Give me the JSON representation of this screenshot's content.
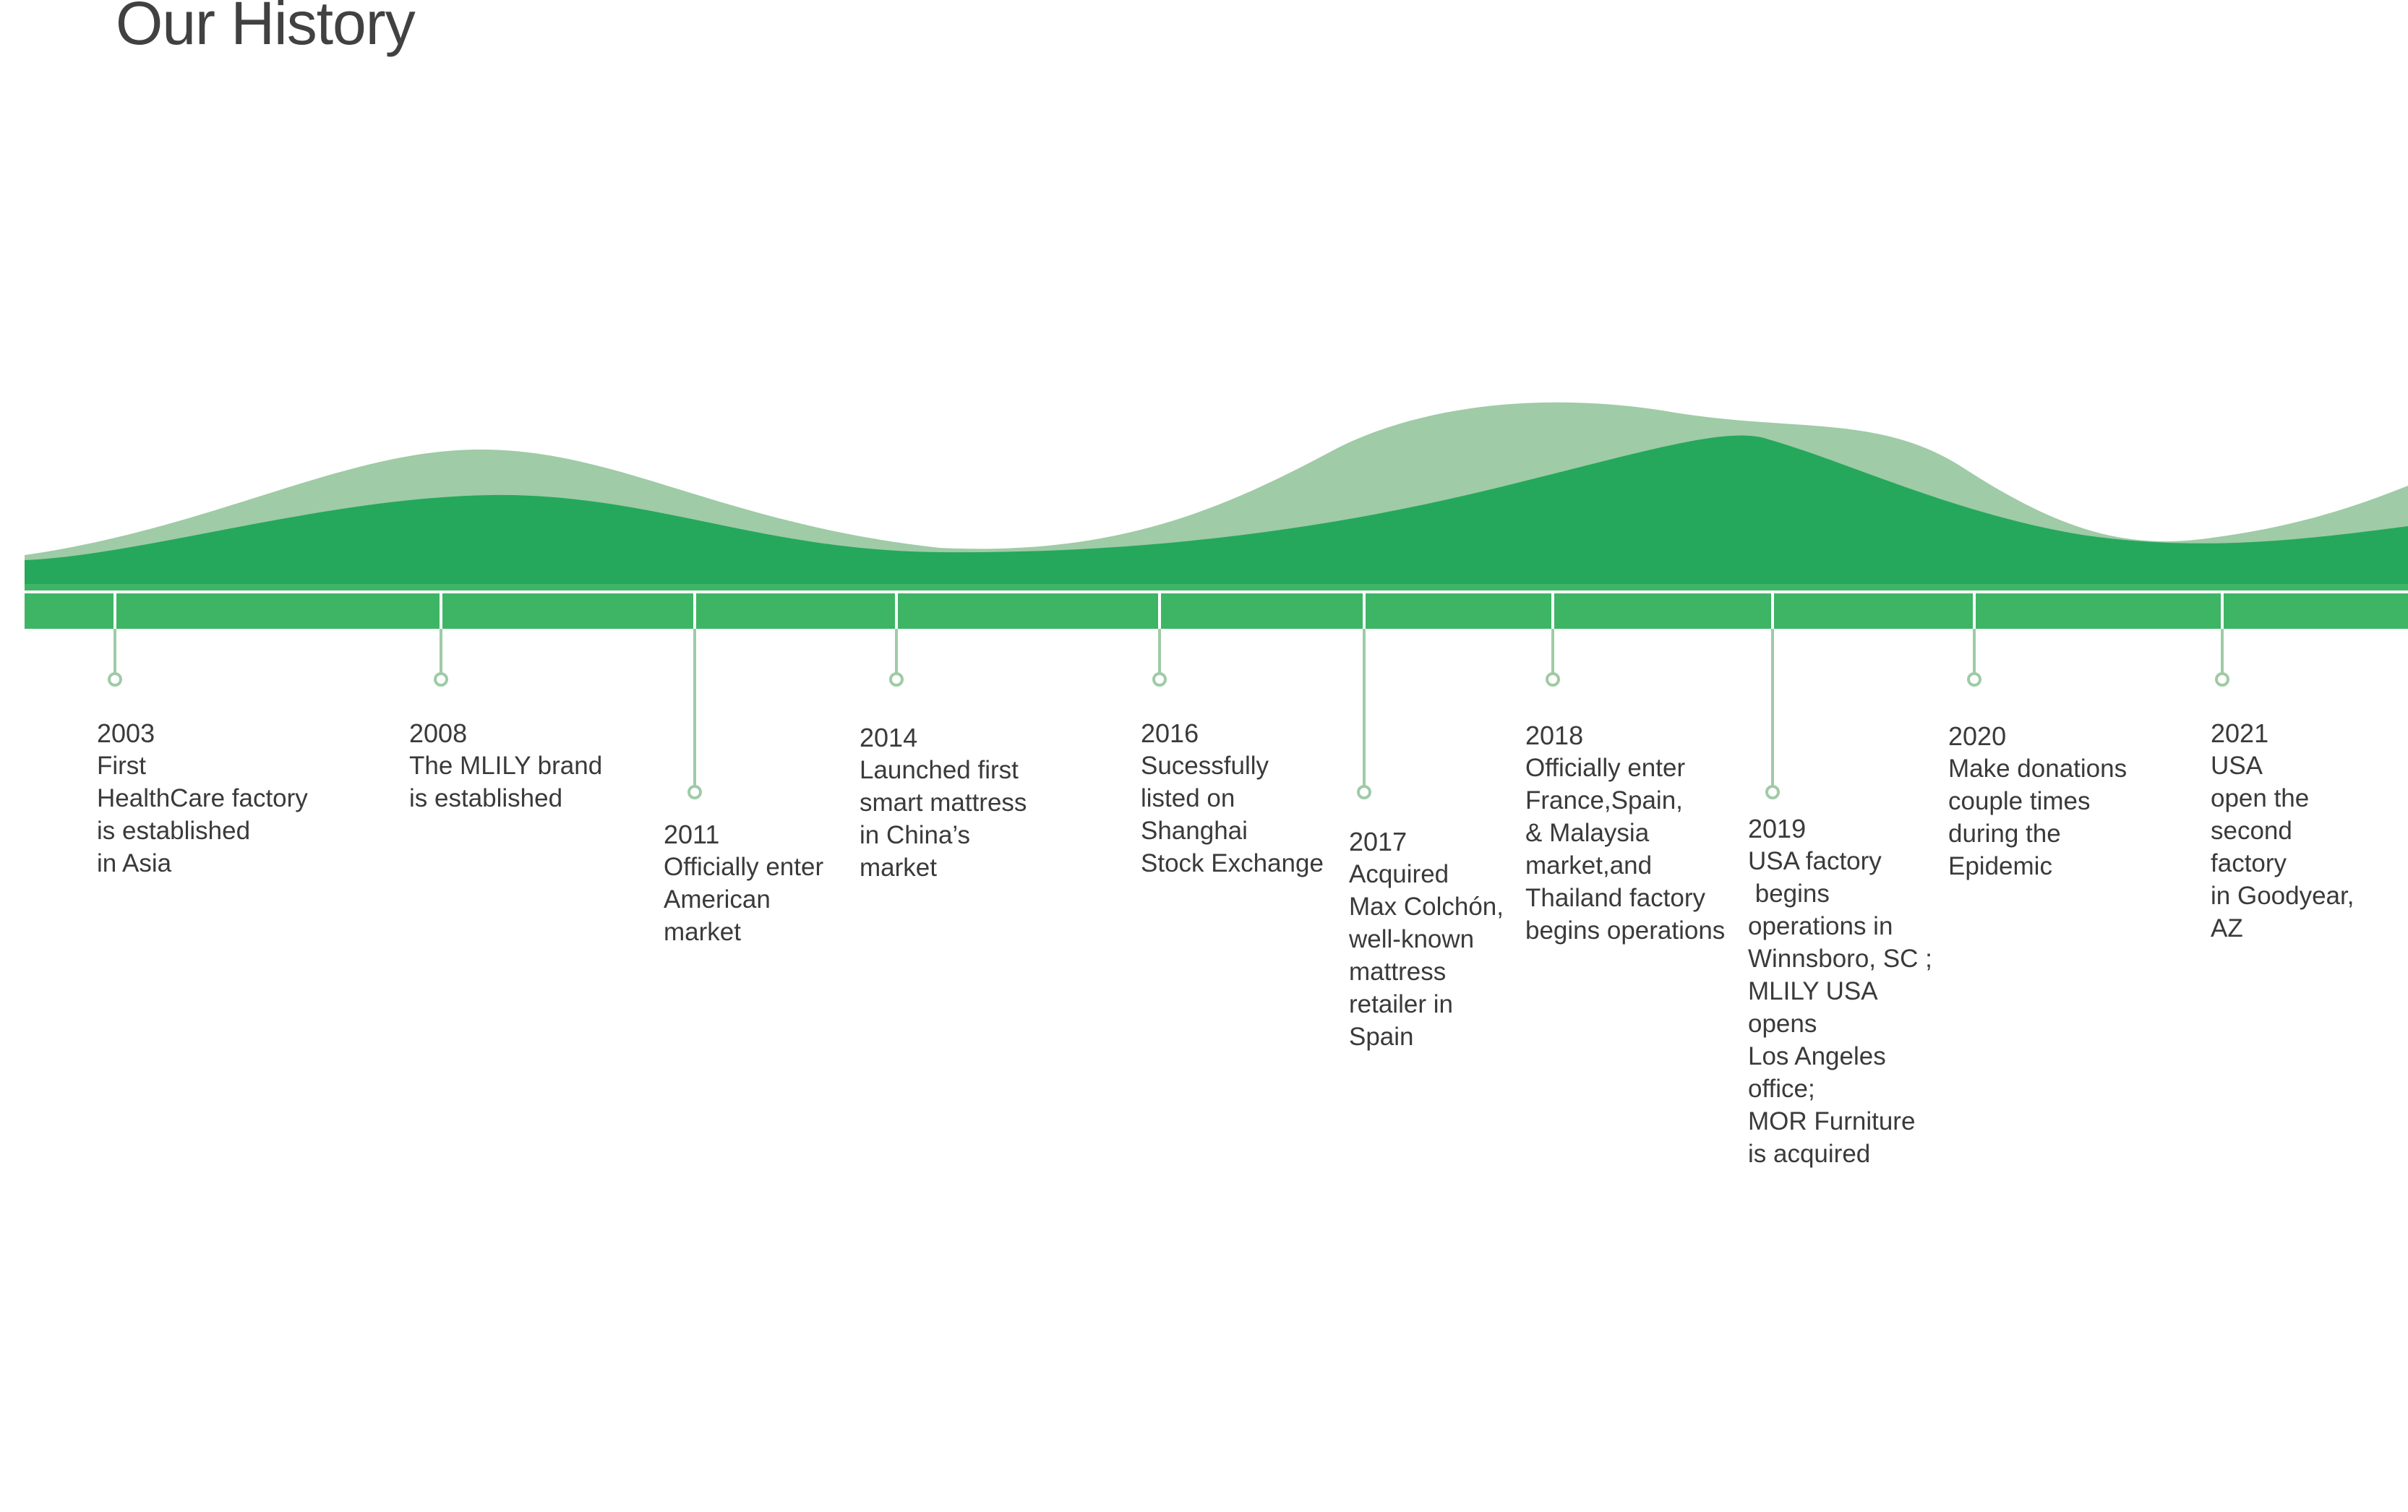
{
  "title": "Our History",
  "colors": {
    "wave_light": "#9fcba6",
    "wave_dark": "#25a85c",
    "timeline_band": "#3db565",
    "connector": "#9fcba6",
    "tick": "#ffffff"
  },
  "events": [
    {
      "year": "2003",
      "text": "First\nHealthCare factory\nis established\nin Asia"
    },
    {
      "year": "2008",
      "text": "The MLILY brand\nis established"
    },
    {
      "year": "2011",
      "text": "Officially enter\nAmerican\nmarket"
    },
    {
      "year": "2014",
      "text": "Launched first\nsmart mattress\nin China’s\nmarket"
    },
    {
      "year": "2016",
      "text": "Sucessfully\nlisted on\nShanghai\nStock Exchange"
    },
    {
      "year": "2017",
      "text": "Acquired\nMax Colchón,\nwell-known\nmattress\nretailer in\nSpain"
    },
    {
      "year": "2018",
      "text": "Officially enter\nFrance,Spain,\n& Malaysia\nmarket,and\nThailand factory\nbegins operations"
    },
    {
      "year": "2019",
      "text": "USA factory\n begins\noperations in\nWinnsboro, SC ;\nMLILY USA\nopens\nLos Angeles\noffice;\nMOR Furniture\nis acquired"
    },
    {
      "year": "2020",
      "text": "Make donations\ncouple times\nduring the\nEpidemic"
    },
    {
      "year": "2021",
      "text": "USA\nopen the\nsecond\nfactory\nin Goodyear,\nAZ"
    }
  ]
}
